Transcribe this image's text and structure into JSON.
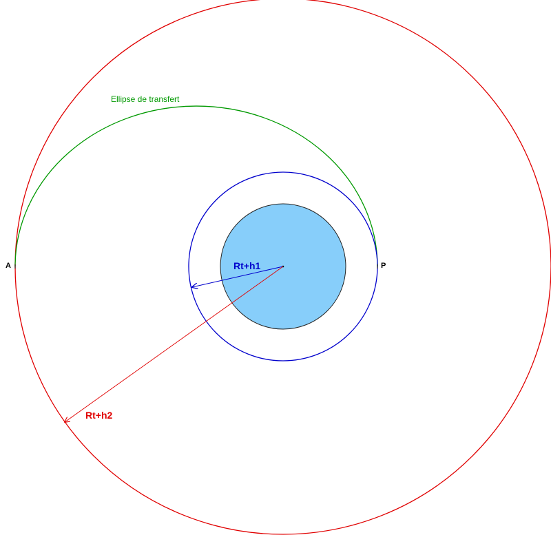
{
  "labels": {
    "transfer_ellipse": "Ellipse de transfert",
    "inner_radius": "Rt+h1",
    "outer_radius": "Rt+h2",
    "apoapsis": "A",
    "periapsis": "P"
  },
  "colors": {
    "earth_fill": "#87cefa",
    "earth_stroke": "#222222",
    "inner_orbit": "#0000cc",
    "outer_orbit": "#e00000",
    "transfer_ellipse": "#009900",
    "point_labels": "#000000"
  }
}
